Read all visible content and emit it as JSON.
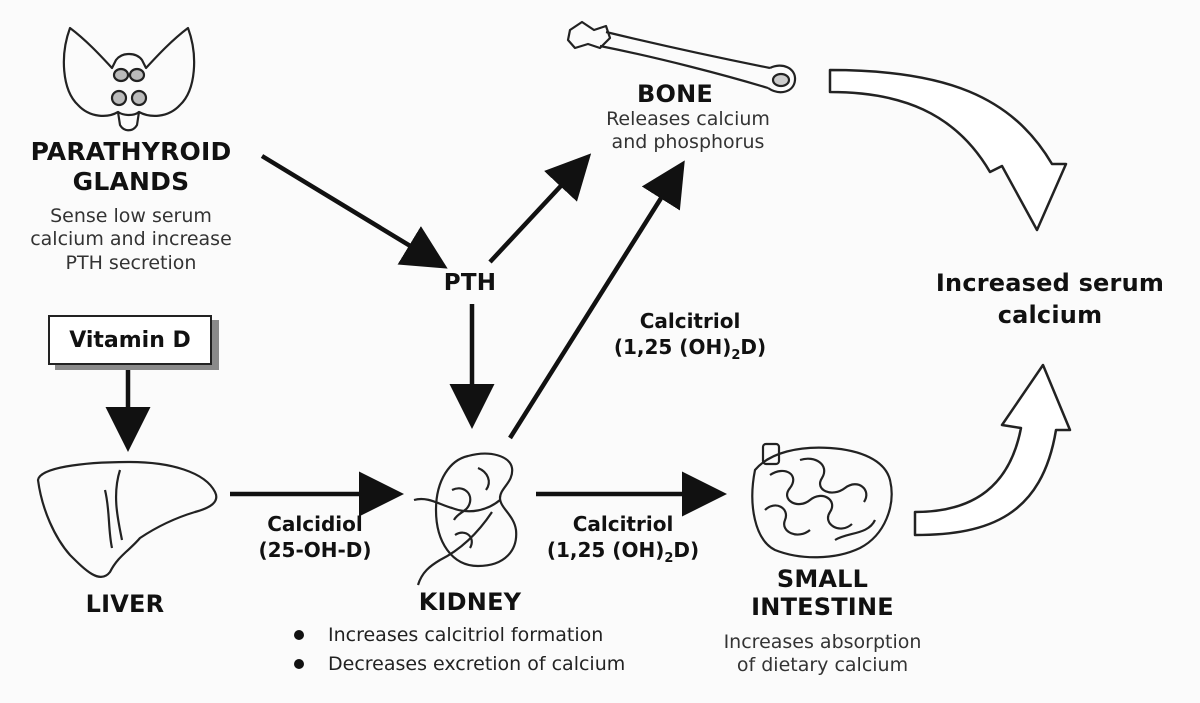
{
  "parathyroid": {
    "line1": "PARATHYROID",
    "line2": "GLANDS",
    "desc1": "Sense low serum",
    "desc2": "calcium and increase",
    "desc3": "PTH secretion"
  },
  "vitamin_d": "Vitamin D",
  "liver": "LIVER",
  "pth": "PTH",
  "calcidiol": {
    "line1": "Calcidiol",
    "line2": "(25-OH-D)"
  },
  "kidney": {
    "title": "KIDNEY",
    "bullets": [
      "Increases calcitriol formation",
      "Decreases excretion of calcium"
    ]
  },
  "calcitriol_bone": {
    "line1": "Calcitriol",
    "line2_pre": "(1,25 (OH)",
    "sub": "2",
    "line2_post": "D)"
  },
  "calcitriol_intestine": {
    "line1": "Calcitriol",
    "line2_pre": "(1,25 (OH)",
    "sub": "2",
    "line2_post": "D)"
  },
  "bone": {
    "title": "BONE",
    "desc1": "Releases calcium",
    "desc2": "and phosphorus"
  },
  "intestine": {
    "line1": "SMALL",
    "line2": "INTESTINE",
    "desc1": "Increases absorption",
    "desc2": "of dietary calcium"
  },
  "result": {
    "line1": "Increased serum",
    "line2": "calcium"
  }
}
